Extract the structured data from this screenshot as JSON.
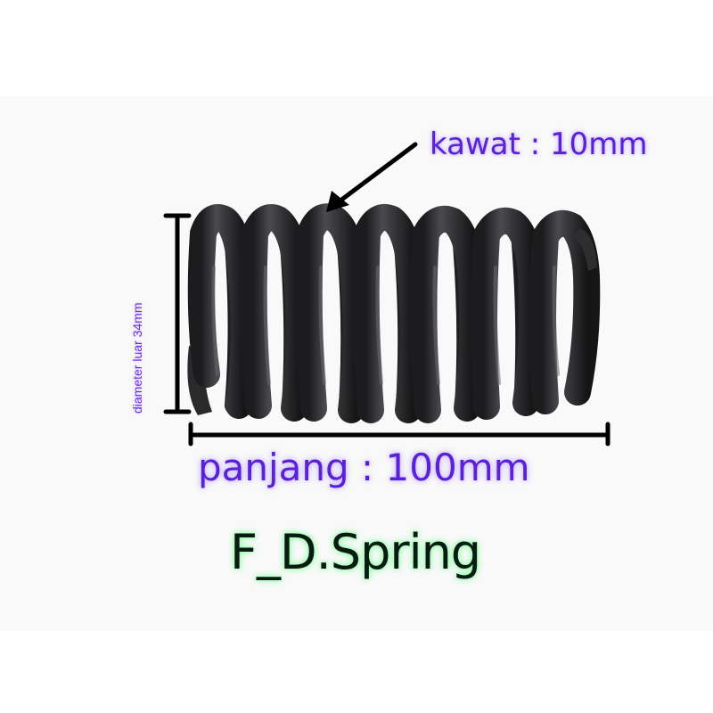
{
  "labels": {
    "wire": "kawat : 10mm",
    "outer_diameter": "diameter luar 34mm",
    "length": "panjang : 100mm",
    "brand": "F_D.Spring"
  },
  "colors": {
    "annotation_purple": "#5b21d6",
    "brand_glow": "#6dff8a",
    "spring_steel": "#2b2b2e",
    "dimension_line": "#000000"
  }
}
